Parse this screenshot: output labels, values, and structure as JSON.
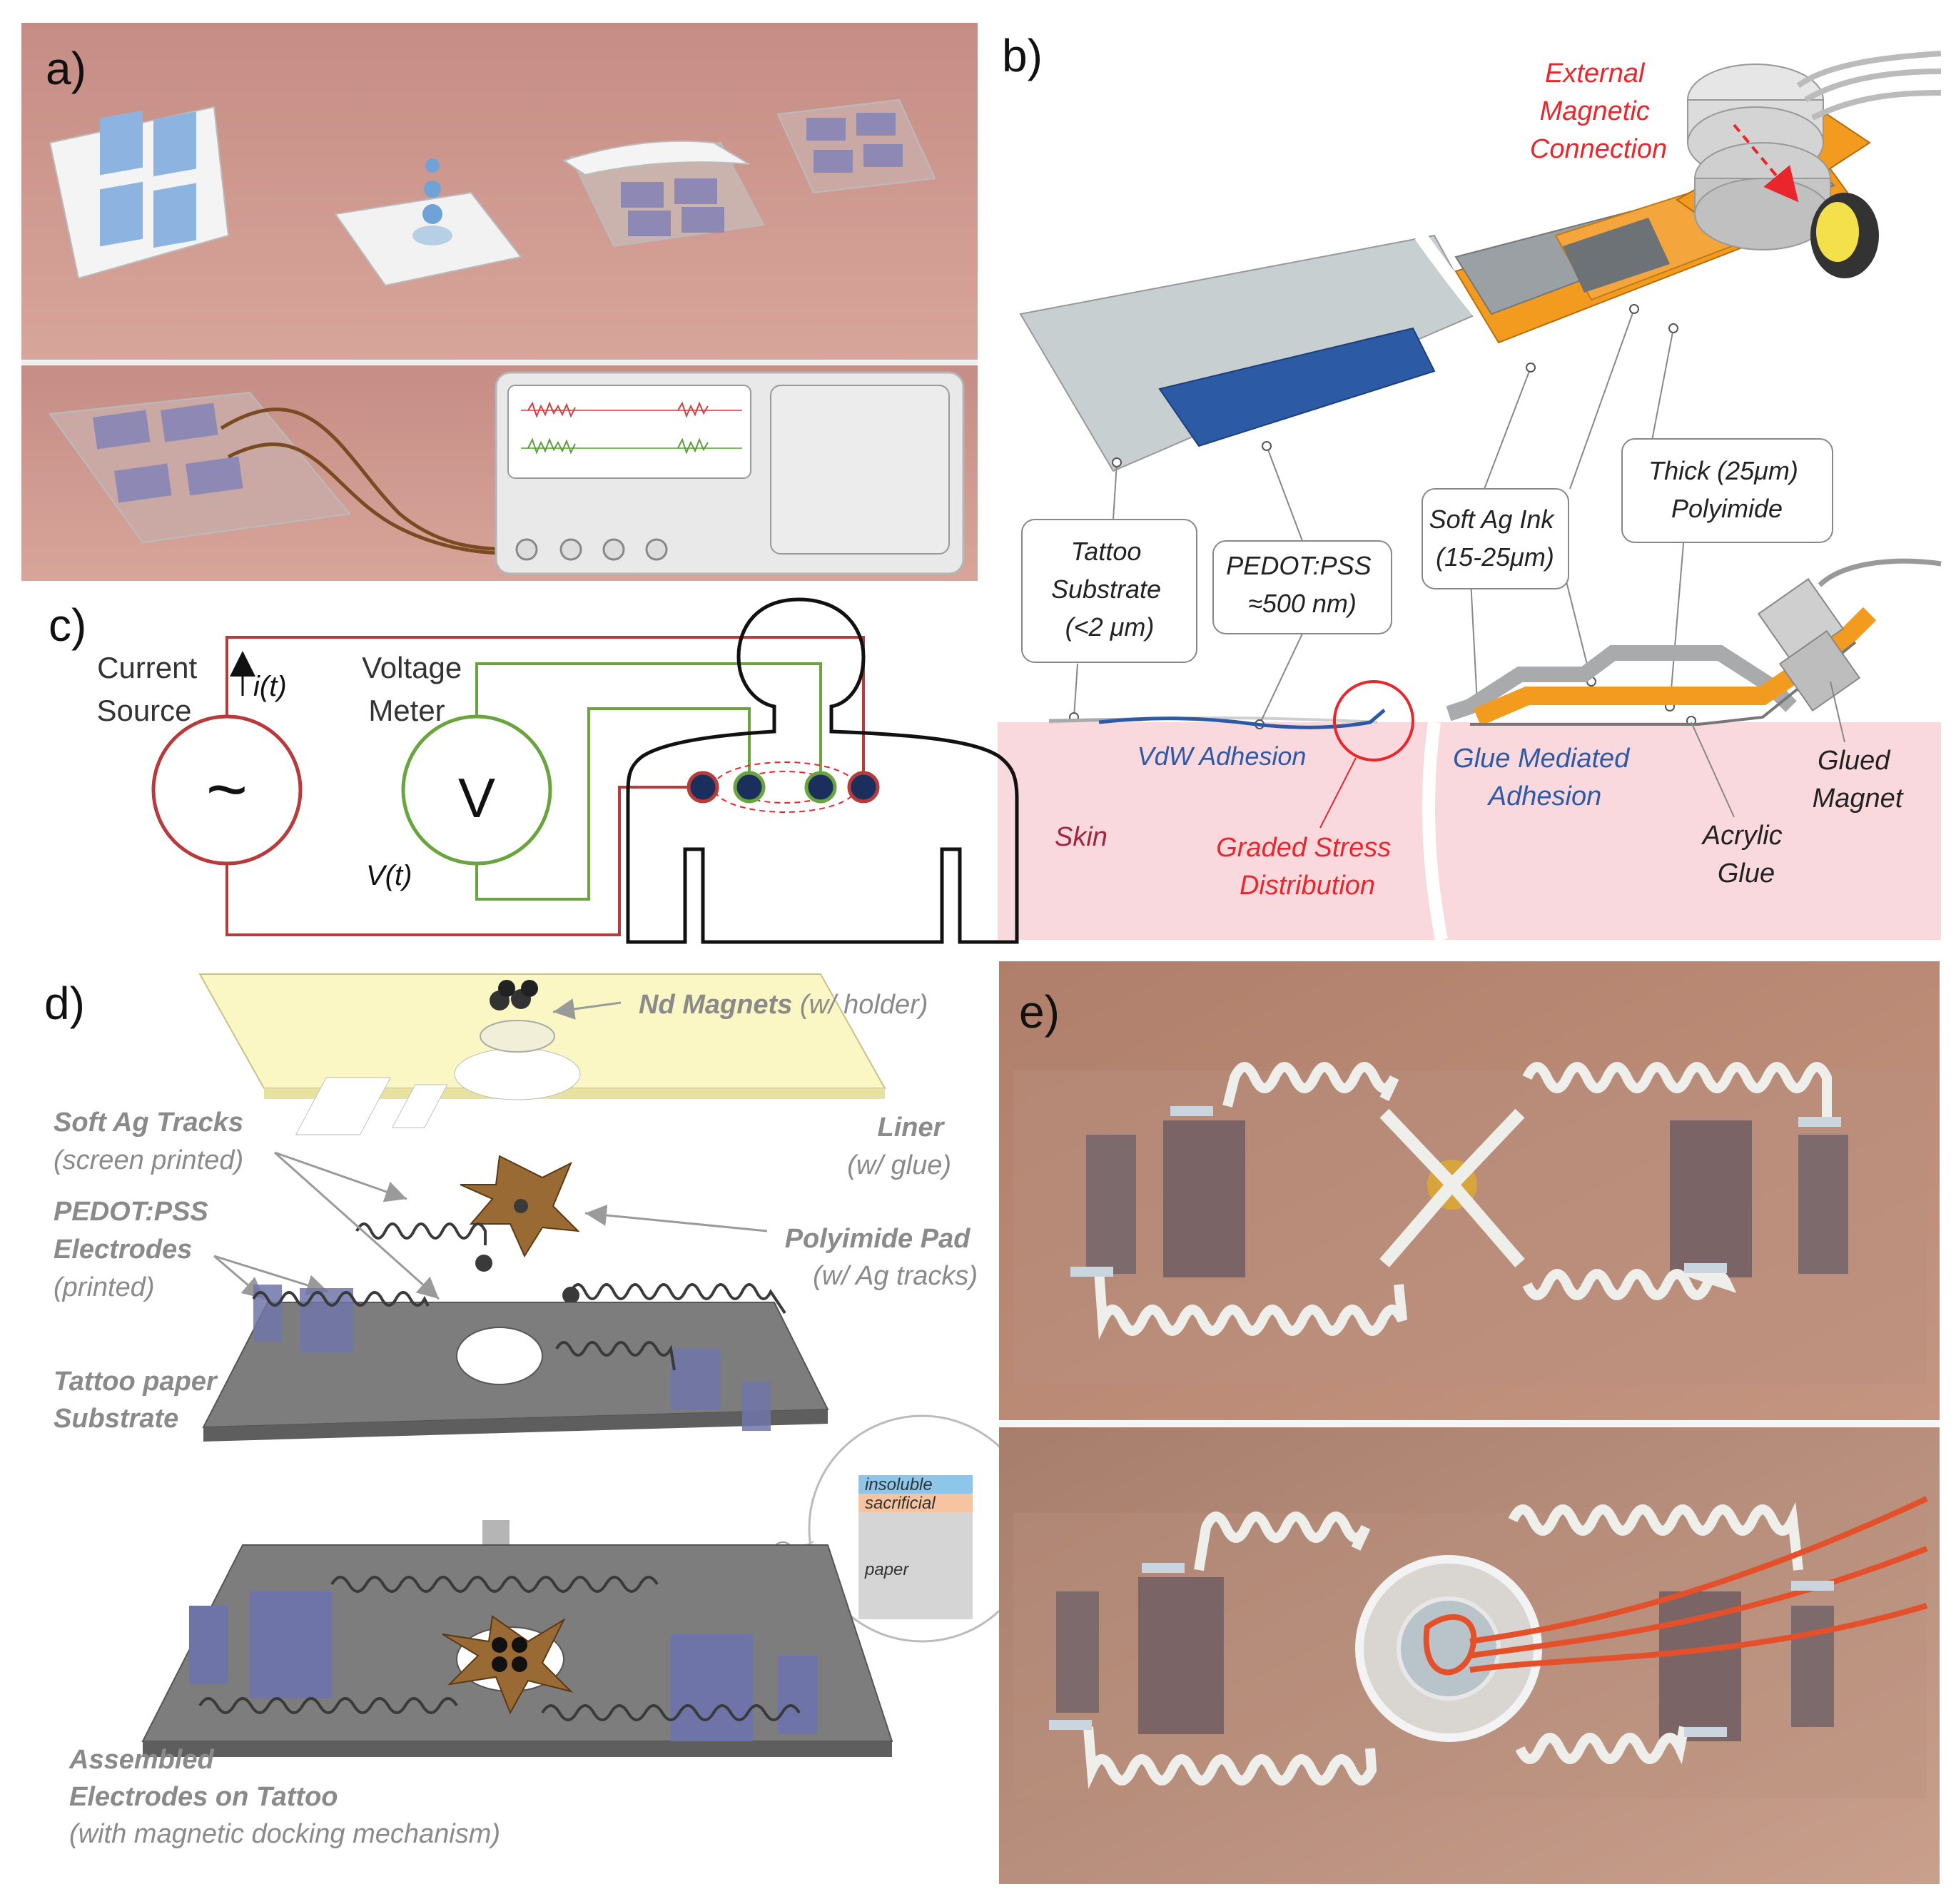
{
  "panels": {
    "a": {
      "letter": "a)"
    },
    "b": {
      "letter": "b)",
      "external": [
        "External",
        "Magnetic",
        "Connection"
      ],
      "tattoo_substrate": [
        "Tattoo",
        "Substrate",
        "(<2 μm)"
      ],
      "pedot": [
        "PEDOT:PSS",
        "≈500 nm)"
      ],
      "soft_ag": [
        "Soft Ag Ink",
        "(15-25μm)"
      ],
      "thick_pi": [
        "Thick (25μm)",
        "Polyimide"
      ],
      "vdw": "VdW Adhesion",
      "glue_mediated": [
        "Glue Mediated",
        "Adhesion"
      ],
      "skin": "Skin",
      "graded": [
        "Graded Stress",
        "Distribution"
      ],
      "acrylic": [
        "Acrylic",
        "Glue"
      ],
      "glued_magnet": [
        "Glued",
        "Magnet"
      ]
    },
    "c": {
      "letter": "c)",
      "current_source": [
        "Current",
        "Source"
      ],
      "current_symbol": "i(t)",
      "voltage_meter": [
        "Voltage",
        "Meter"
      ],
      "voltage_symbol": "V(t)",
      "source_glyph": "~",
      "meter_glyph": "V"
    },
    "d": {
      "letter": "d)",
      "nd_magnets": "Nd Magnets",
      "nd_magnets_note": " (w/ holder)",
      "liner": [
        "Liner",
        "(w/ glue)"
      ],
      "soft_ag_tracks": [
        "Soft Ag Tracks",
        "(screen printed)"
      ],
      "pedot_electrodes": [
        "PEDOT:PSS",
        "Electrodes",
        "(printed)"
      ],
      "polyimide_pad": [
        "Polyimide Pad",
        "(w/ Ag tracks)"
      ],
      "tattoo_paper": [
        "Tattoo paper",
        "Substrate"
      ],
      "layers": [
        "insoluble",
        "sacrificial",
        "paper"
      ],
      "assembled": [
        "Assembled",
        "Electrodes on Tattoo",
        "(with magnetic docking mechanism)"
      ]
    },
    "e": {
      "letter": "e)"
    }
  },
  "colors": {
    "skin": "#c98e84",
    "electrode": "#6f74a8",
    "pedot_blue": "#2d5aa5",
    "orange": "#f39b1e",
    "red": "#e8262b",
    "green": "#6aa43c",
    "circuit_red": "#b83a3a",
    "label_gray": "#8a8a8a"
  }
}
